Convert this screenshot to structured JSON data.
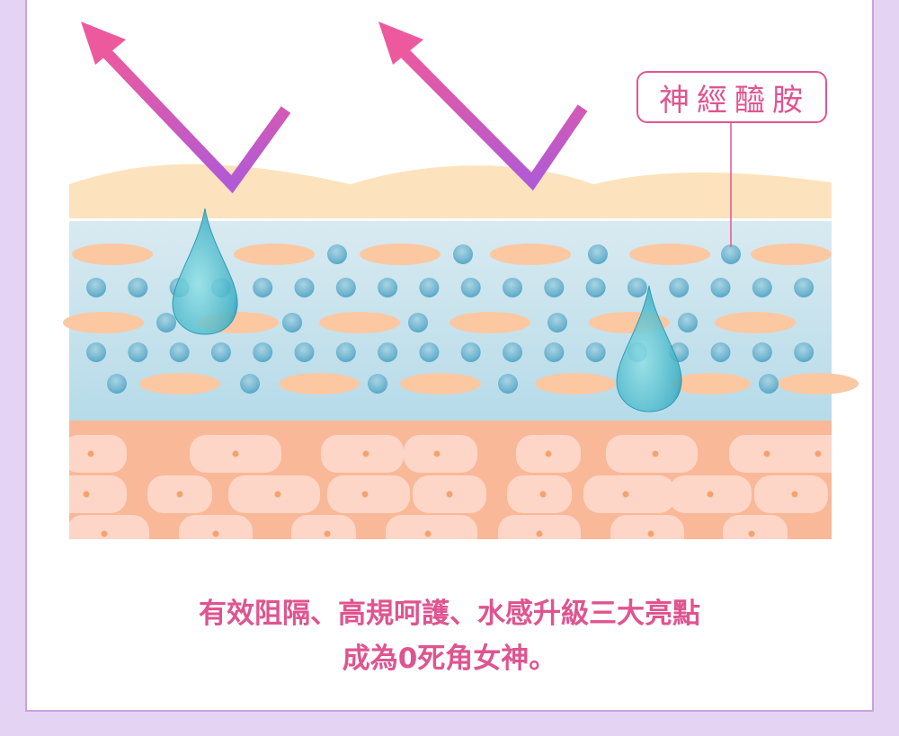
{
  "label": {
    "text": "神經醯胺"
  },
  "caption": {
    "line1": "有效阻隔、高規呵護、水感升級三大亮點",
    "line2": "成為0死角女神。"
  },
  "colors": {
    "background": "#e5d3f4",
    "accent_pink": "#e05590",
    "arrow_top": "#ee5a9c",
    "arrow_bottom": "#b05ad6",
    "surface_layer": "#fde3bd",
    "mid_layer": "#cfe6ef",
    "lipid": "#fcc8a2",
    "bottom_layer": "#f9b897",
    "cell": "#fdd6c8"
  }
}
